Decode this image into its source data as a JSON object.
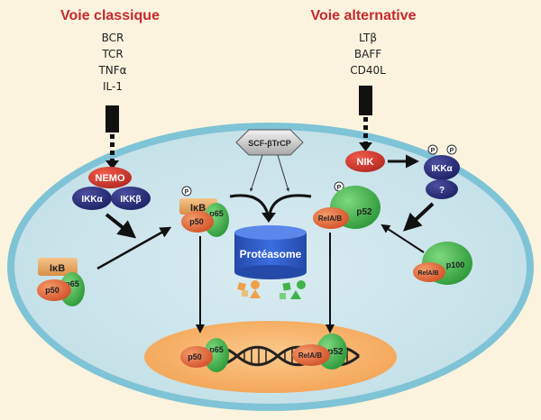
{
  "classic": {
    "title": "Voie classique",
    "stimuli": [
      "BCR",
      "TCR",
      "TNFα",
      "IL-1"
    ]
  },
  "alternative": {
    "title": "Voie alternative",
    "stimuli": [
      "LTβ",
      "BAFF",
      "CD40L"
    ]
  },
  "complexes": {
    "nemo": "NEMO",
    "ikk_alpha": "IKKα",
    "ikk_beta": "IKKβ",
    "nik": "NIK",
    "ikk_alpha_alt": "IKKα",
    "unknown": "?",
    "scf": "SCF-βTrCP",
    "proteasome": "Protéasome",
    "phospho": "P"
  },
  "proteins": {
    "ikb": "IκB",
    "p50": "p50",
    "p65": "p65",
    "relab": "RelA/B",
    "p52": "p52",
    "p100": "p100"
  },
  "colors": {
    "cell_border": "#7fc3d6",
    "cytoplasm": "#cfe6ed",
    "nucleus": "#f7b56a",
    "title_red": "#c8282d",
    "protein_green": "#3fb34a",
    "protein_orange": "#e56a3a",
    "ikk_navy": "#2a2f7a",
    "proteasome_blue": "#2f5fc8",
    "ikb_tan": "#e8a865"
  }
}
